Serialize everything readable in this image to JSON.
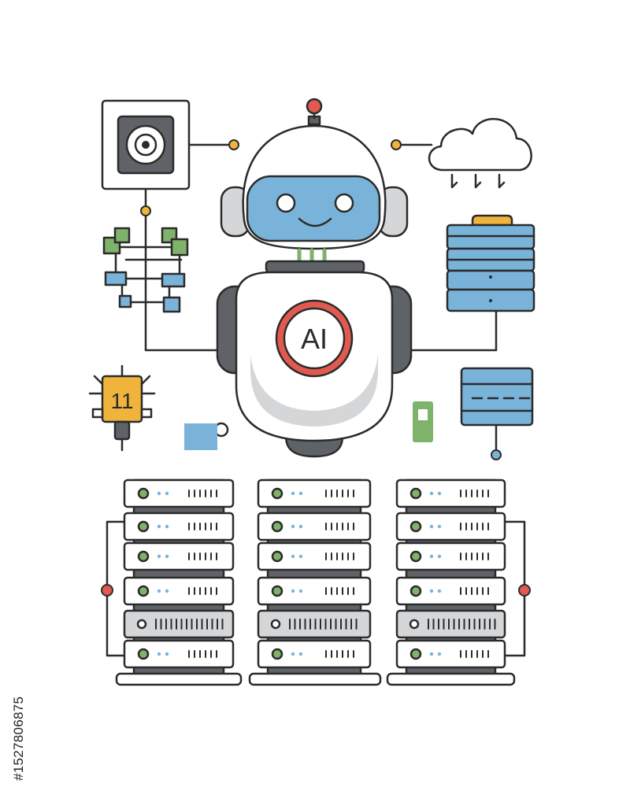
{
  "robot": {
    "chest_badge": "AI"
  },
  "stock_id": "#1527806875",
  "chip_glyph": "11",
  "colors": {
    "outline": "#2b2b2b",
    "blue": "#7ab3d9",
    "green": "#7fb26a",
    "orange": "#f0b43c",
    "red": "#e15a4f",
    "gray": "#5f6266",
    "light_gray": "#d4d6d8"
  },
  "icons": [
    "camera-icon",
    "cloud-icon",
    "flowchart-icon",
    "database-icon",
    "chip-icon",
    "mug-icon",
    "usb-icon",
    "server-icon",
    "server-rack-icon"
  ]
}
